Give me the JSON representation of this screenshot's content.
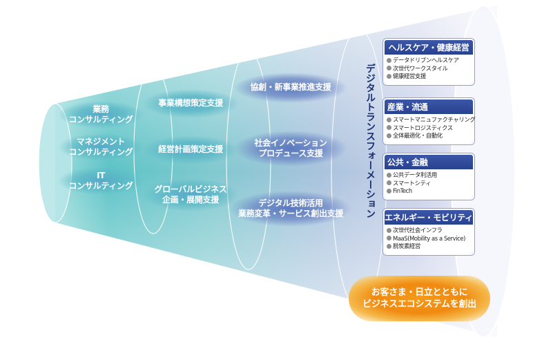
{
  "stage1": {
    "items": [
      "業務\nコンサルティング",
      "マネジメント\nコンサルティング",
      "IT\nコンサルティング"
    ]
  },
  "stage2": {
    "items": [
      "事業構想策定支援",
      "経営計画策定支援",
      "グローバルビジネス\n企画・展開支援"
    ]
  },
  "stage3": {
    "items": [
      "協創・新事業推進支援",
      "社会イノベーション\nプロデュース支援",
      "デジタル技術活用\n業務変革・サービス創出支援"
    ]
  },
  "stage4": {
    "title": "デジタルトランスフォーメーション",
    "cards": [
      {
        "title": "ヘルスケア・健康経営",
        "items": [
          "データドリブンヘルスケア",
          "次世代ワークスタイル",
          "健康経営支援"
        ]
      },
      {
        "title": "産業・流通",
        "items": [
          "スマートマニュファクチャリング",
          "スマートロジスティクス",
          "全体最適化・自動化"
        ]
      },
      {
        "title": "公共・金融",
        "items": [
          "公共データ利活用",
          "スマートシティ",
          "FinTech"
        ]
      },
      {
        "title": "エネルギー・モビリティ",
        "items": [
          "次世代社会インフラ",
          "MaaS(Mobility as a Service)",
          "脱炭素経営"
        ]
      }
    ]
  },
  "cta": {
    "line1": "お客さま・日立とともに",
    "line2": "ビジネスエコシステムを創出"
  },
  "colors": {
    "teal": "#5fc3c6",
    "navy": "#1f3780",
    "orange": "#f08a10",
    "bullet": "#8f8f8f"
  }
}
